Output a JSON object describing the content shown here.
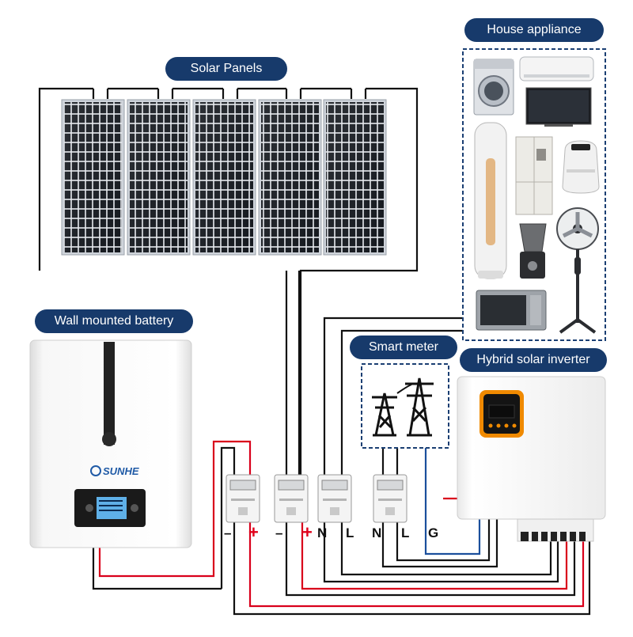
{
  "labels": {
    "solar_panels": "Solar Panels",
    "house_appliance": "House appliance",
    "wall_mounted_battery": "Wall mounted battery",
    "smart_meter": "Smart meter",
    "hybrid_solar_inverter": "Hybrid solar inverter"
  },
  "brand": {
    "battery_logo": "SUNHE"
  },
  "terminals": {
    "minus_1": "–",
    "plus_1": "+",
    "minus_2": "–",
    "plus_2": "+",
    "n_1": "N",
    "l_1": "L",
    "n_2": "N",
    "l_2": "L",
    "g": "G"
  },
  "colors": {
    "label_bg": "#173a6b",
    "wire_dc_positive": "#d9001b",
    "wire_black": "#111111",
    "wire_ground": "#1b4f9c",
    "inverter_display_accent": "#f08a00"
  },
  "icons": {
    "appliances": [
      "washing-machine-icon",
      "air-conditioner-icon",
      "television-icon",
      "tower-fan-icon",
      "refrigerator-icon",
      "air-fryer-icon",
      "blender-icon",
      "standing-fan-icon",
      "microwave-icon"
    ],
    "grid": "power-tower-icon",
    "breakers": "circuit-breaker-icon"
  }
}
